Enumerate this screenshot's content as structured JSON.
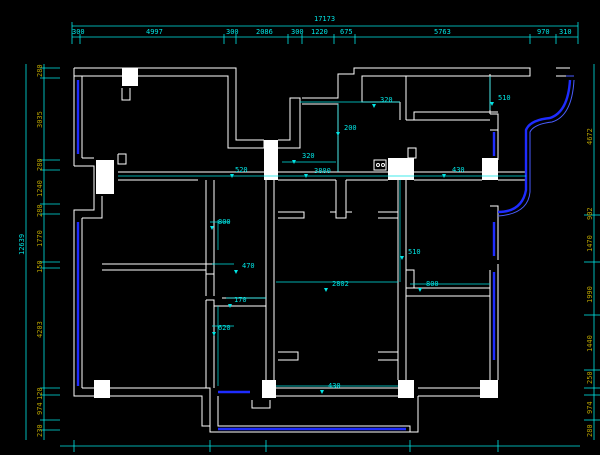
{
  "drawing": {
    "top_total": "17173",
    "top_segments": [
      "300",
      "4997",
      "300",
      "2086",
      "300",
      "1220",
      "675",
      "5763",
      "970",
      "310"
    ],
    "left_total": "12639",
    "left_segments": [
      "280",
      "3035",
      "280",
      "1240",
      "280",
      "1770",
      "150",
      "4203",
      "120",
      "974",
      "230"
    ],
    "right_segments": [
      "4672",
      "902",
      "1470",
      "1990",
      "1440",
      "250",
      "974",
      "280"
    ],
    "interior_dims": [
      "320",
      "200",
      "510",
      "320",
      "520",
      "3800",
      "430",
      "800",
      "510",
      "470",
      "2802",
      "800",
      "170",
      "620",
      "430"
    ]
  },
  "colors": {
    "walls": "#ffffff",
    "windows": "#1e2cff",
    "dimensions": "#00e5e5",
    "background": "#000000"
  }
}
